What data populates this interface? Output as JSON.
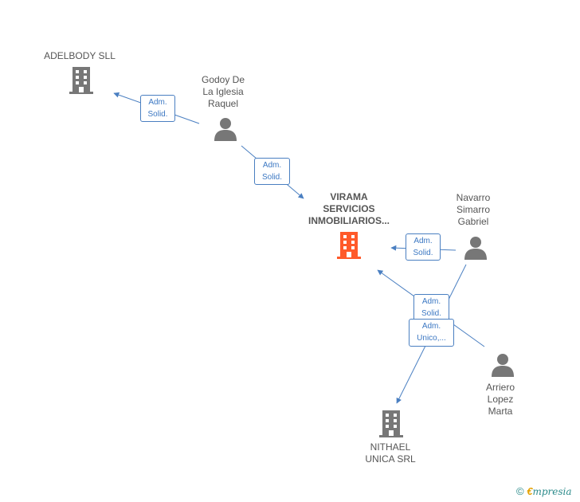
{
  "nodes": {
    "adelbody": {
      "lines": [
        "ADELBODY SLL"
      ],
      "kind": "company"
    },
    "godoy": {
      "lines": [
        "Godoy De",
        "La Iglesia",
        "Raquel"
      ],
      "kind": "person"
    },
    "virama": {
      "lines": [
        "VIRAMA",
        "SERVICIOS",
        "INMOBILIARIOS..."
      ],
      "kind": "company-main"
    },
    "navarro": {
      "lines": [
        "Navarro",
        "Simarro",
        "Gabriel"
      ],
      "kind": "person"
    },
    "arriero": {
      "lines": [
        "Arriero",
        "Lopez",
        "Marta"
      ],
      "kind": "person"
    },
    "nithael": {
      "lines": [
        "NITHAEL",
        "UNICA SRL"
      ],
      "kind": "company"
    }
  },
  "relations": {
    "r1": {
      "lines": [
        "Adm.",
        "Solid."
      ]
    },
    "r2": {
      "lines": [
        "Adm.",
        "Solid."
      ]
    },
    "r3": {
      "lines": [
        "Adm.",
        "Solid."
      ]
    },
    "r4": {
      "lines": [
        "Adm.",
        "Solid."
      ]
    },
    "r5": {
      "lines": [
        "Adm.",
        "Unico,..."
      ]
    }
  },
  "brand": {
    "copyright": "©",
    "e": "€",
    "rest": "mpresia"
  },
  "colors": {
    "edge": "#4a7fc1",
    "company": "#777777",
    "main": "#ff5a2a",
    "person": "#777777"
  }
}
